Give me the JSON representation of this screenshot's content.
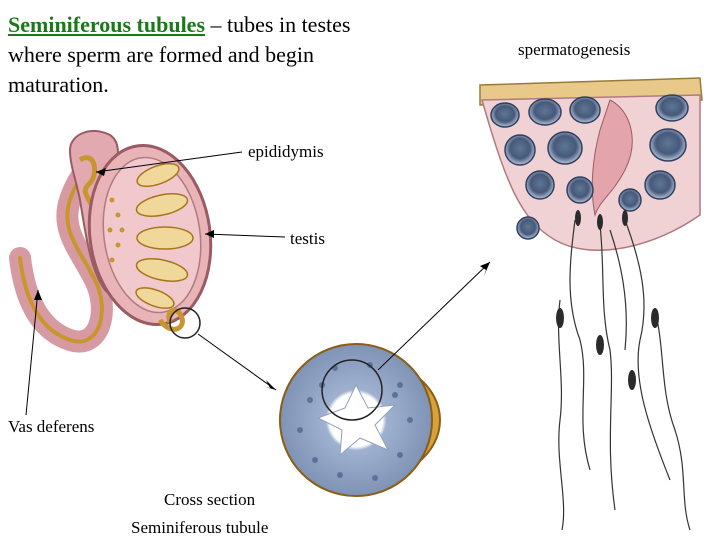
{
  "heading": {
    "term": "Seminiferous tubules",
    "definition": " – tubes in testes where sperm are formed and begin maturation."
  },
  "labels": {
    "spermatogenesis": "spermatogenesis",
    "epididymis": "epididymis",
    "testis": "testis",
    "vas_deferens": "Vas deferens",
    "cross_section_line1": "Cross section",
    "cross_section_line2": "Seminiferous tubule"
  },
  "colors": {
    "term": "#1a7a1a",
    "tissue_pink": "#e8b4b8",
    "tubule_gold": "#c8962e",
    "cell_blue": "#8fa8c8"
  }
}
